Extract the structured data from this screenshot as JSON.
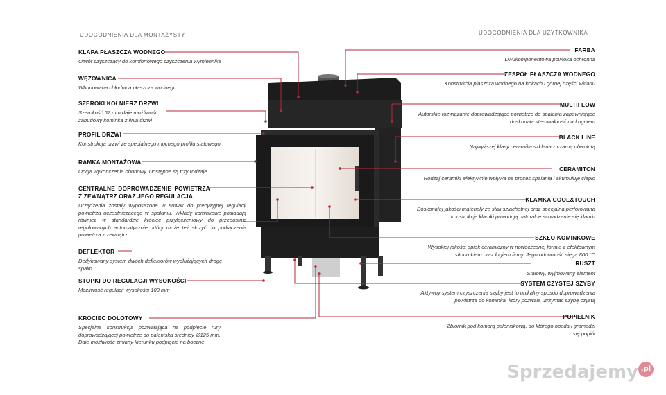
{
  "headers": {
    "left": "UDOGODNIENIA DLA MONTAŻYSTY",
    "right": "UDOGODNIENIA DLA UŻYTKOWNIKA"
  },
  "left": [
    {
      "title": "KLAPA PŁASZCZA WODNEGO",
      "desc": "Otwór czyszczący do komfortowego czyszczenia wymiennika"
    },
    {
      "title": "WĘŻOWNICA",
      "desc": "Wbudowana chłodnica płaszcza wodnego"
    },
    {
      "title": "SZEROKI KOŁNIERZ DRZWI",
      "desc": "Szerokość 67 mm daje możliwość zabudowy kominka z linią drzwi"
    },
    {
      "title": "PROFIL DRZWI",
      "desc": "Konstrukcja drzwi ze specjalnego mocnego profilu stalowego"
    },
    {
      "title": "RAMKA MONTAŻOWA",
      "desc": "Opcja wykończenia obudowy. Dostępne są trzy rodzaje"
    },
    {
      "title": "CENTRALNE DOPROWADZENIE POWIETRZA Z ZEWNĄTRZ ORAZ JEGO REGULACJA",
      "desc": "Urządzenia zostały wyposażone w suwak do precyzyjnej regulacji powietrza uczestniczącego w spalaniu. Wkłady kominkowe posiadają również w standardzie króciec przyłączeniowy do przepustnic regulowanych automatycznie, który może też służyć do podłączenia powietrza z zewnątrz"
    },
    {
      "title": "DEFLEKTOR",
      "desc": "Dedykowany system dwóch deflektorów wydłużających drogę spalin"
    },
    {
      "title": "STOPKI DO REGULACJI WYSOKOŚCI",
      "desc": "Możliwość regulacji wysokości 100 mm"
    },
    {
      "title": "KRÓCIEC DOLOTOWY",
      "desc": "Specjalna konstrukcja pozwalająca na podpięcie rury doprowadzającej powietrze do paleniska średnicy ∅125 mm. Daje możliwość zmiany kierunku podpięcia na boczne"
    }
  ],
  "right": [
    {
      "title": "FARBA",
      "desc": "Dwukomponentowa powłoka ochronna"
    },
    {
      "title": "ZESPÓŁ PŁASZCZA WODNEGO",
      "desc": "Konstrukcja płaszcza wodnego na bokach i górnej części wkładu"
    },
    {
      "title": "MULTIFLOW",
      "desc": "Autorskie rozwiązanie doprowadzające powietrze do spalania zapewniające doskonałą sterowalność nad ogniem"
    },
    {
      "title": "BLACK LINE",
      "desc": "Najwyższej klasy ceramika szklana z czarną obwolutą"
    },
    {
      "title": "CERAMITON",
      "desc": "Rodzaj ceramiki efektywnie wpływa na proces spalania i akumuluje ciepło"
    },
    {
      "title": "KLAMKA COOL&TOUCH",
      "desc": "Doskonałej jakości materiały ze stali szlachetnej oraz specjalna perforowana konstrukcja klamki powodują naturalne schładzanie się klamki"
    },
    {
      "title": "SZKŁO KOMINKOWE",
      "desc": "Wysokiej jakości spiek ceramiczny w nowoczesnej formie z efektownym sitodrukiem oraz logiem firmy. Jego odporność sięga 800 °C"
    },
    {
      "title": "RUSZT",
      "desc": "Stalowy, wyjmowany element"
    },
    {
      "title": "SYSTEM CZYSTEJ SZYBY",
      "desc": "Aktywny system czyszczenia szyby jest to unikalny sposób doprowadzenia powietrza do kominka, który pozwala utrzymać szybę czystą"
    },
    {
      "title": "POPIELNIK",
      "desc": "Zbiornik pod komorą paleniskową, do którego opada i gromadzi się popiół"
    }
  ],
  "watermark": {
    "text": "Sprzedajemy",
    "suffix": ".pl"
  },
  "colors": {
    "leader": "#b5283a",
    "body": "#232323"
  }
}
